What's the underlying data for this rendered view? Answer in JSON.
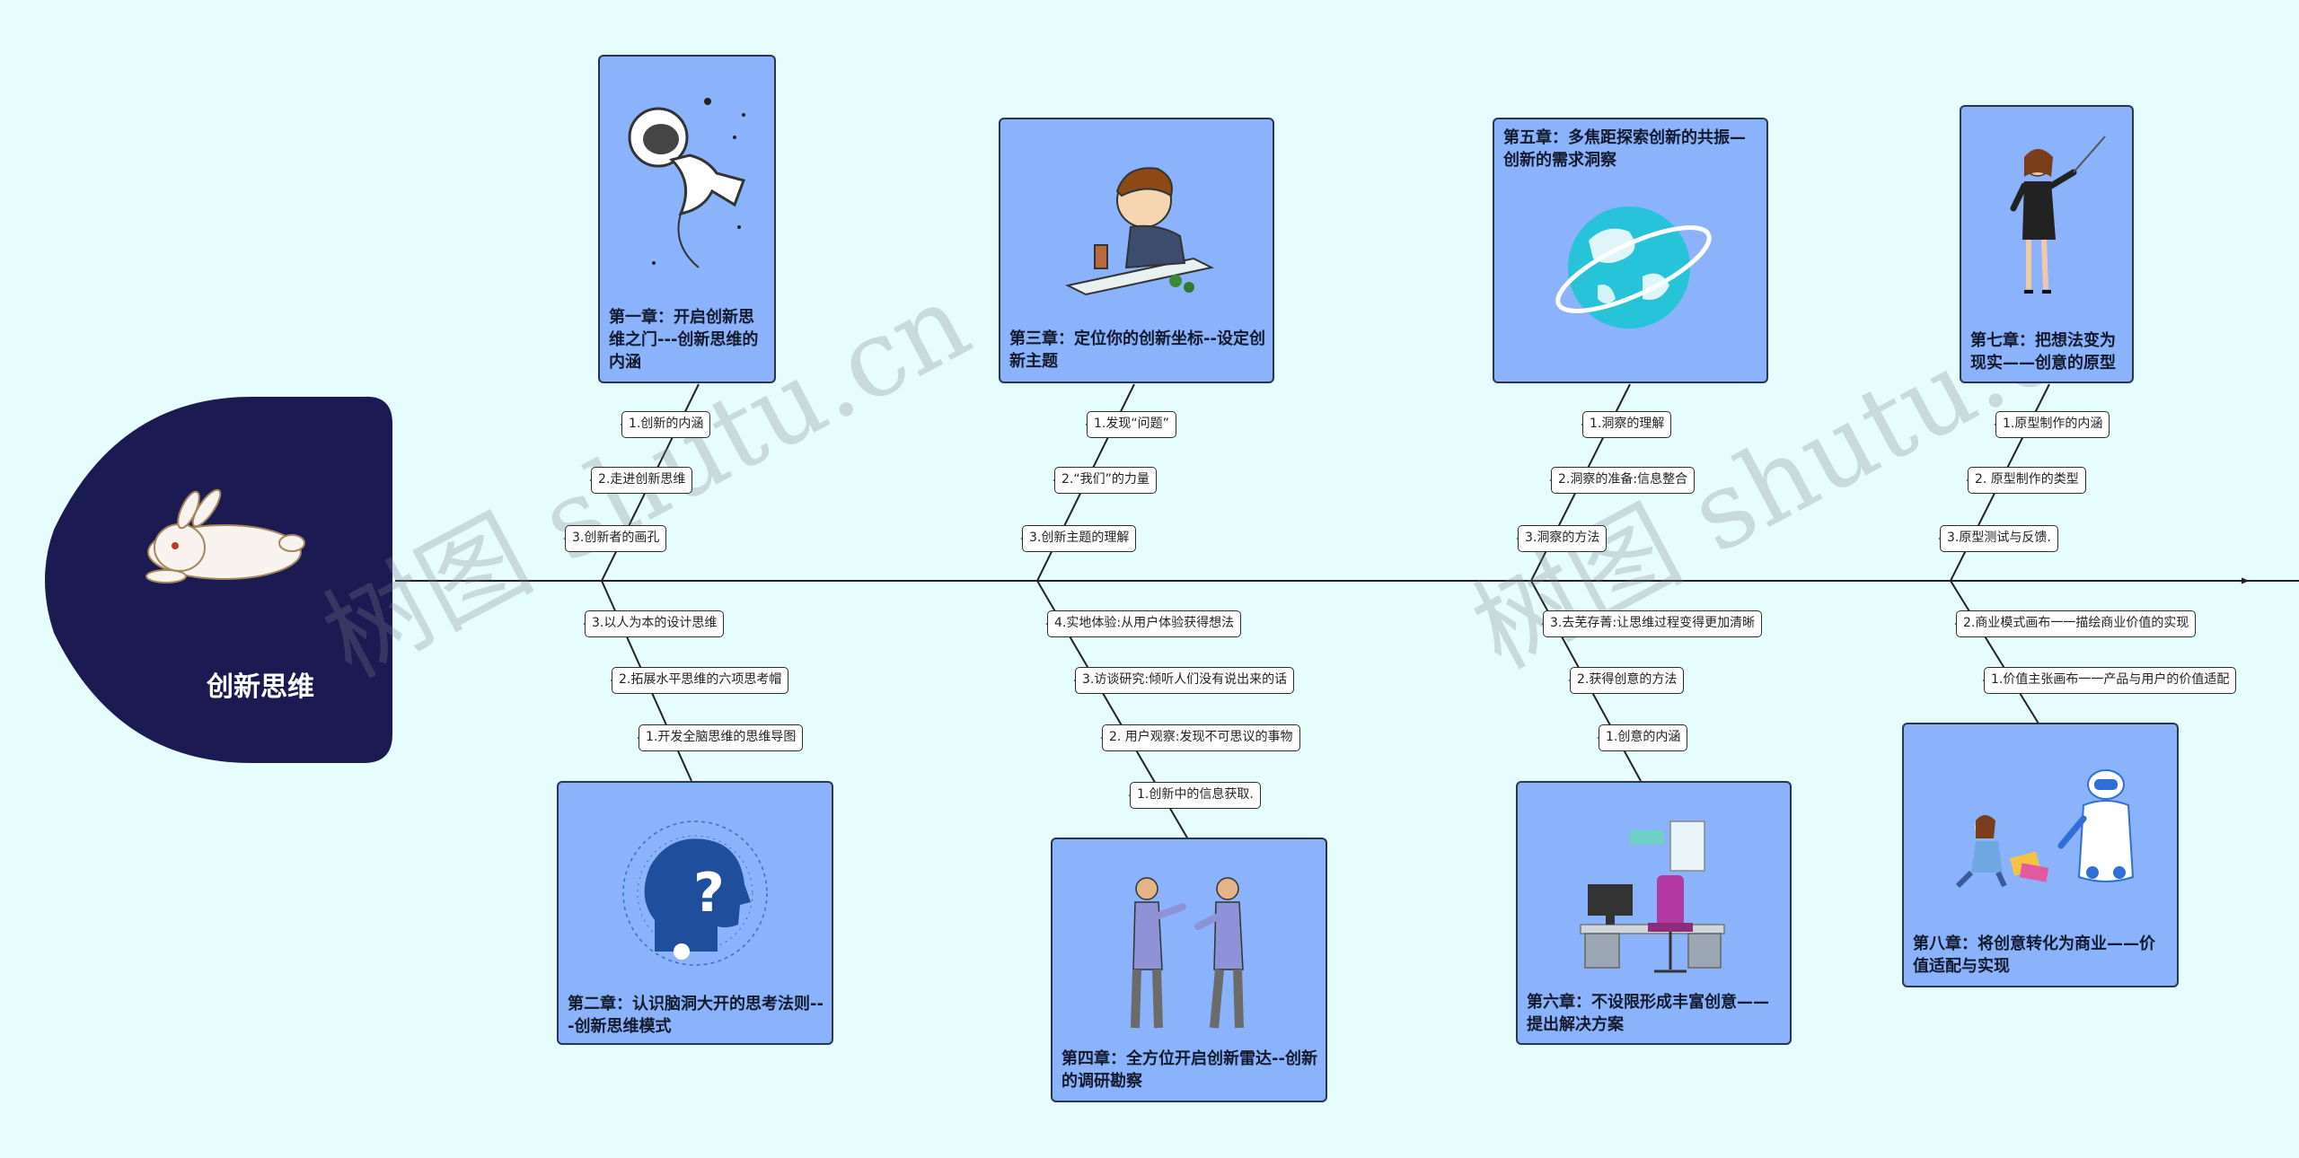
{
  "root": {
    "title": "创新思维"
  },
  "watermark": "树图 shutu.cn",
  "chapters": [
    {
      "id": "ch1",
      "title": "第一章：开启创新思维之门---创新思维的内涵",
      "icon": "astronaut-icon"
    },
    {
      "id": "ch2",
      "title": "第二章：认识脑洞大开的思考法则---创新思维模式",
      "icon": "head-question-icon"
    },
    {
      "id": "ch3",
      "title": "第三章：定位你的创新坐标--设定创新主题",
      "icon": "boy-drawing-icon"
    },
    {
      "id": "ch4",
      "title": "第四章：全方位开启创新雷达--创新的调研勘察",
      "icon": "two-people-talking-icon"
    },
    {
      "id": "ch5",
      "title": "第五章：多焦距探索创新的共振—创新的需求洞察",
      "icon": "globe-icon"
    },
    {
      "id": "ch6",
      "title": "第六章：不设限形成丰富创意——提出解决方案",
      "icon": "office-desk-icon"
    },
    {
      "id": "ch7",
      "title": "第七章：把想法变为现实——创意的原型",
      "icon": "woman-pointer-icon"
    },
    {
      "id": "ch8",
      "title": "第八章：将创意转化为商业——价值适配与实现",
      "icon": "robot-and-girl-icon"
    }
  ],
  "topics": {
    "ch1": [
      "1.创新的内涵",
      "2.走进创新思维",
      "3.创新者的画孔"
    ],
    "ch2": [
      "3.以人为本的设计思维",
      "2.拓展水平思维的六项思考帽",
      "1.开发全脑思维的思维导图"
    ],
    "ch3": [
      "1.发现“问题”",
      "2.“我们”的力量",
      "3.创新主题的理解"
    ],
    "ch4": [
      "4.实地体验:从用户体验获得想法",
      "3.访谈研究:倾听人们没有说出来的话",
      "2. 用户观察:发现不可思议的事物",
      "1.创新中的信息获取."
    ],
    "ch5": [
      "1.洞察的理解",
      "2.洞察的准备:信息整合",
      "3.洞察的方法"
    ],
    "ch6": [
      "3.去芜存菁:让思维过程变得更加清晰",
      "2.获得创意的方法",
      "1.创意的内涵"
    ],
    "ch7": [
      "1.原型制作的内涵",
      "2. 原型制作的类型",
      "3.原型测试与反馈."
    ],
    "ch8": [
      "2.商业模式画布一一描绘商业价值的实现",
      "1.价值主张画布一一产品与用户的价值适配"
    ]
  },
  "colors": {
    "background": "#e6fdfd",
    "card": "#8ab3fb",
    "root": "#1c1a52",
    "spine": "#222222"
  }
}
